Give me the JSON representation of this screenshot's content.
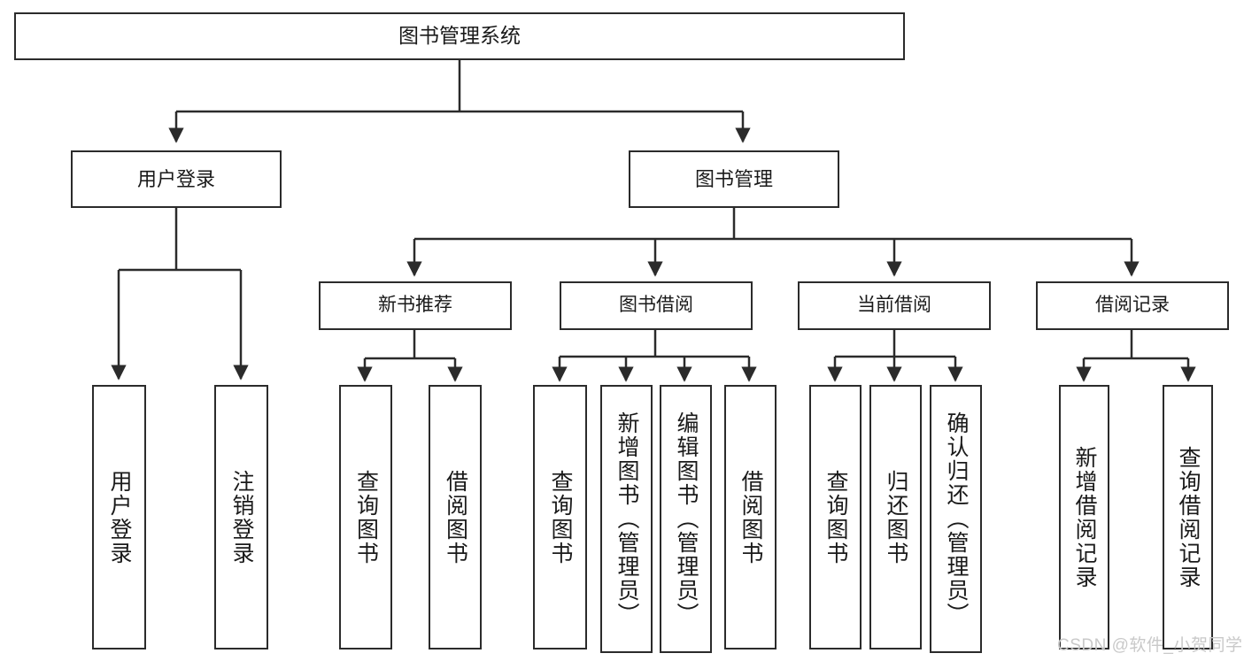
{
  "diagram": {
    "title": "图书管理系统",
    "type": "tree-hierarchy-diagram",
    "colors": {
      "box_border": "#2b2b2b",
      "box_fill": "#ffffff",
      "connector": "#2b2b2b",
      "text": "#1a1a1a",
      "watermark": "#c9c9c9",
      "background": "#ffffff"
    },
    "root": {
      "label": "图书管理系统"
    },
    "tier1": [
      {
        "label": "用户登录"
      },
      {
        "label": "图书管理"
      }
    ],
    "tier2": [
      {
        "label": "新书推荐"
      },
      {
        "label": "图书借阅"
      },
      {
        "label": "当前借阅"
      },
      {
        "label": "借阅记录"
      }
    ],
    "leaves": {
      "user_login": [
        {
          "label": "用户登录"
        },
        {
          "label": "注销登录"
        }
      ],
      "new_book_recommend": [
        {
          "label": "查询图书"
        },
        {
          "label": "借阅图书"
        }
      ],
      "book_borrow": [
        {
          "label": "查询图书"
        },
        {
          "label": "新增图书（管理员）"
        },
        {
          "label": "编辑图书（管理员）"
        },
        {
          "label": "借阅图书"
        }
      ],
      "current_borrow": [
        {
          "label": "查询图书"
        },
        {
          "label": "归还图书"
        },
        {
          "label": "确认归还（管理员）"
        }
      ],
      "borrow_record": [
        {
          "label": "新增借阅记录"
        },
        {
          "label": "查询借阅记录"
        }
      ]
    },
    "watermark": "CSDN @软件_小贺同学"
  }
}
